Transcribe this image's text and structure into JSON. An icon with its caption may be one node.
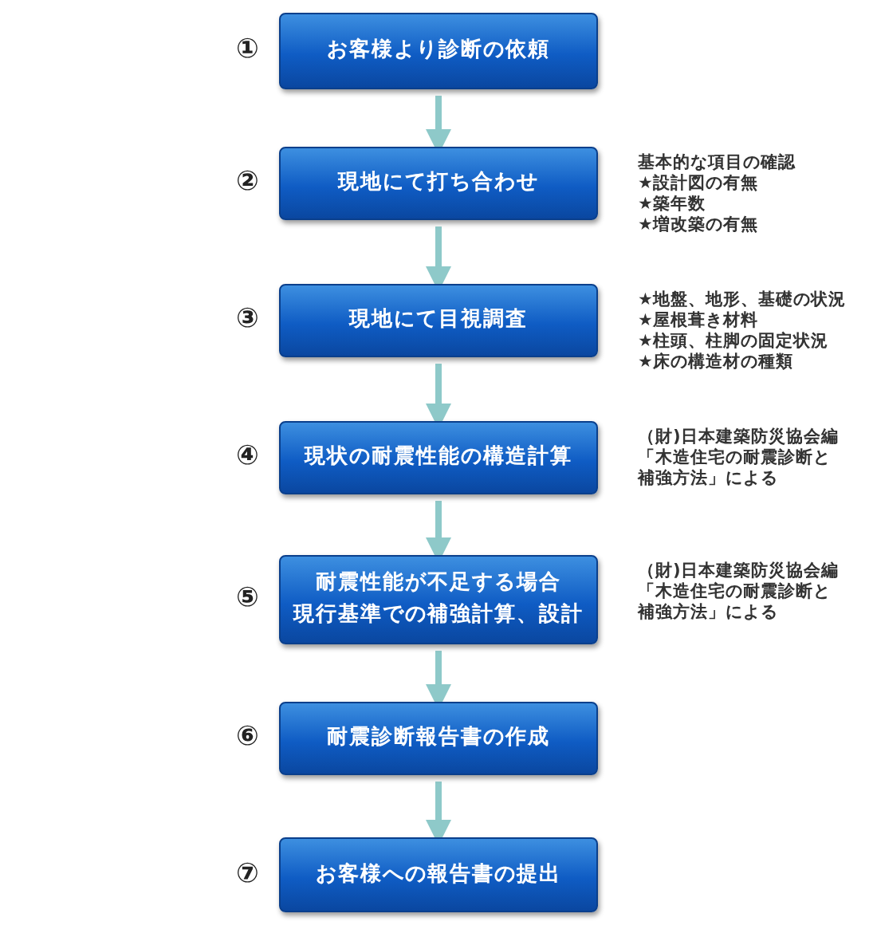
{
  "diagram": {
    "nodes": [
      {
        "text": [
          "お客様より診断の依頼"
        ],
        "beside": [
          "①"
        ]
      },
      {
        "text": [
          "現地にて打ち合わせ"
        ],
        "beside": [
          "②",
          "基本的な項目の確認",
          "★設計図の有無",
          "★築年数",
          "★増改築の有無"
        ]
      },
      {
        "text": [
          "現地にて目視調査"
        ],
        "beside": [
          "③",
          "★地盤、地形、基礎の状況",
          "★屋根葺き材料",
          "★柱頭、柱脚の固定状況",
          "★床の構造材の種類"
        ]
      },
      {
        "text": [
          "現状の耐震性能の構造計算"
        ],
        "beside": [
          "④",
          "（財)日本建築防災協会編",
          "「木造住宅の耐震診断と",
          "補強方法」による"
        ]
      },
      {
        "text": [
          "耐震性能が不足する場合",
          "現行基準での補強計算、設計"
        ],
        "beside": [
          "⑤",
          "（財)日本建築防災協会編",
          "「木造住宅の耐震診断と",
          "補強方法」による"
        ]
      },
      {
        "text": [
          "耐震診断報告書の作成"
        ],
        "beside": [
          "⑥"
        ]
      },
      {
        "text": [
          "お客様への報告書の提出"
        ],
        "beside": [
          "⑦"
        ]
      }
    ],
    "edges": [
      {
        "from": 0,
        "to": 1,
        "arrow": "to"
      },
      {
        "from": 1,
        "to": 2,
        "arrow": "to"
      },
      {
        "from": 2,
        "to": 3,
        "arrow": "to"
      },
      {
        "from": 3,
        "to": 4,
        "arrow": "to"
      },
      {
        "from": 4,
        "to": 5,
        "arrow": "to"
      },
      {
        "from": 5,
        "to": 6,
        "arrow": "to"
      }
    ]
  }
}
